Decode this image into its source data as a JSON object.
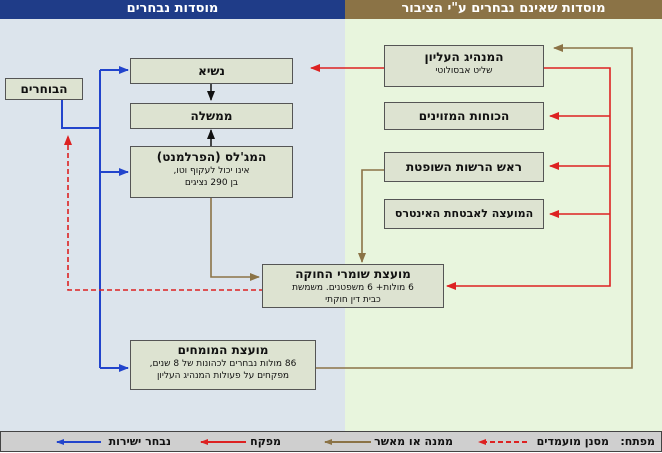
{
  "headers": {
    "elected": "מוסדות נבחרים",
    "unelected": "מוסדות שאינם נבחרים ע\"י הציבור"
  },
  "boxes": {
    "voters": {
      "title": "הבוחרים"
    },
    "president": {
      "title": "נשיא"
    },
    "government": {
      "title": "ממשלה"
    },
    "majlis": {
      "title": "המג'לס (הפרלמנט)",
      "line1": "אינו יכול לעקוף וטו,",
      "line2": "בן 290 נציגים"
    },
    "guardian": {
      "title": "מועצת שומרי החוקה",
      "line1": "6 מולות+ 6 משפטנים. משמשת",
      "line2": "כבית דין חוקתי"
    },
    "experts": {
      "title": "מועצת המומחים",
      "line1": "86 מולות נבחרים לכהונות של 8 שנים,",
      "line2": "מפקחים על פעולות המנהיג העליון"
    },
    "supreme_leader": {
      "title": "המנהיג העליון",
      "line1": "שליט אבסולוטי"
    },
    "armed_forces": {
      "title": "הכוחות המזוינים"
    },
    "judiciary": {
      "title": "ראש הרשות השופטת"
    },
    "expediency": {
      "title": "המועצה לאבטחת האינטרס"
    }
  },
  "legend": {
    "key_label": "מפתח:",
    "items": [
      {
        "label": "מסנן מועמדים",
        "color": "#dd2222",
        "style": "dashed"
      },
      {
        "label": "ממנה או מאשר",
        "color": "#8b7346",
        "style": "solid"
      },
      {
        "label": "מפקח",
        "color": "#dd2222",
        "style": "solid"
      },
      {
        "label": "נבחר ישירות",
        "color": "#2244cc",
        "style": "solid"
      }
    ]
  },
  "colors": {
    "elected_bg": "#dce4ec",
    "unelected_bg": "#e8f5dd",
    "elected_header": "#1f3c88",
    "unelected_header": "#8b7346",
    "box_fill": "#dde3d1",
    "direct": "#2244cc",
    "supervise": "#dd2222",
    "appoint": "#8b7346"
  }
}
